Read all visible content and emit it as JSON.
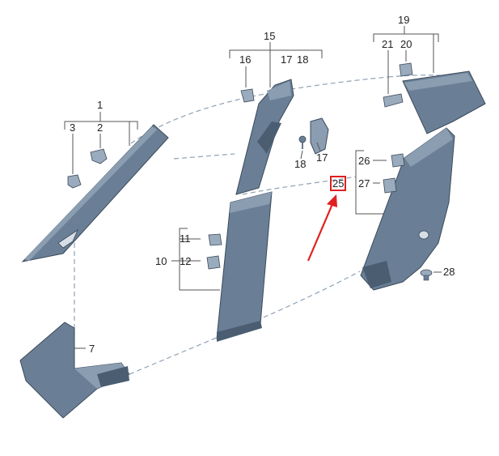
{
  "colors": {
    "part_fill": "#6a7f96",
    "part_dark": "#4b5d71",
    "part_light": "#8a9db1",
    "clip_fill": "#9aabbd",
    "highlight": "#e02020",
    "outline_dashed": "#8fa2b4"
  },
  "callouts": {
    "c1": "1",
    "c2": "2",
    "c3": "3",
    "c7": "7",
    "c10": "10",
    "c11": "11",
    "c12": "12",
    "c15": "15",
    "c16": "16",
    "c17a": "17",
    "c18a": "18",
    "c17b": "17",
    "c18b": "18",
    "c19": "19",
    "c20": "20",
    "c21": "21",
    "c25": "25",
    "c26": "26",
    "c27": "27",
    "c28": "28"
  }
}
